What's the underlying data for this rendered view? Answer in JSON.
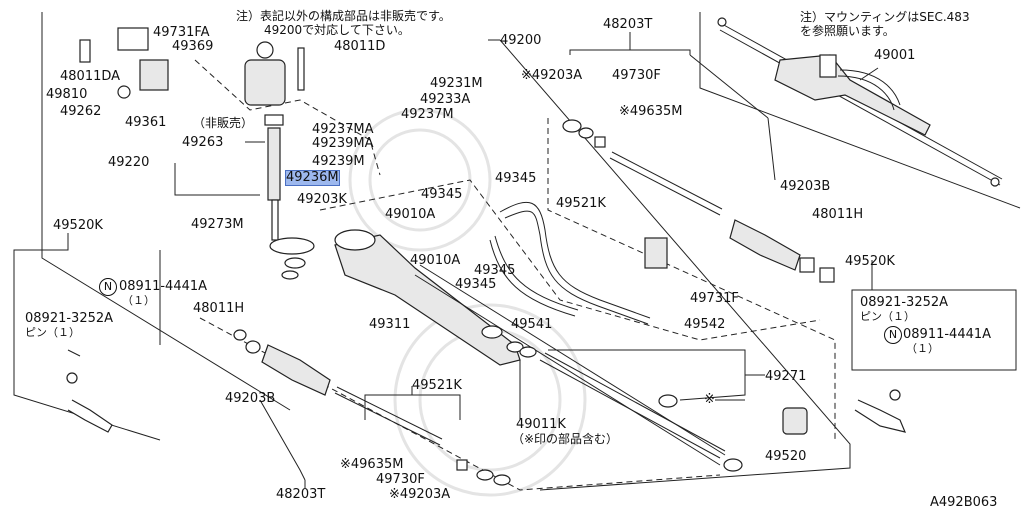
{
  "notes": {
    "left_line1": "注）表記以外の構成部品は非販売です。",
    "left_line2": "49200で対応して下さい。",
    "right_line1": "注）マウンティングはSEC.483",
    "right_line2": "を参照願います。"
  },
  "labels": {
    "l49731FA": "49731FA",
    "l49369": "49369",
    "l48011D": "48011D",
    "l48011DA": "48011DA",
    "l49810": "49810",
    "l49262": "49262",
    "l49361": "49361",
    "hibaihan": "（非販売）",
    "l49263": "49263",
    "l49220": "49220",
    "l49236M": "49236M",
    "l49200": "49200",
    "l48203T_top": "48203T",
    "l49203A_top": "※49203A",
    "l49730F_top": "49730F",
    "l49231M": "49231M",
    "l49233A": "49233A",
    "l49237M": "49237M",
    "l49237MA": "49237MA",
    "l49239MA": "49239MA",
    "l49239M": "49239M",
    "l49635M_top": "※49635M",
    "l49001": "49001",
    "l49345_a": "49345",
    "l49345_b": "49345",
    "l49521K_top": "49521K",
    "l49203B_right": "49203B",
    "l48011H_right": "48011H",
    "l49203K": "49203K",
    "l49010A_a": "49010A",
    "l49273M": "49273M",
    "l49010A_b": "49010A",
    "l49345_c": "49345",
    "l49345_d": "49345",
    "l49731F": "49731F",
    "l49520K_left": "49520K",
    "l49520K_right": "49520K",
    "nut_left": "08911-4441A",
    "nut_left_qty": "（１）",
    "pin_left": "08921-3252A",
    "pin_left_qty": "ピン（１）",
    "pin_right": "08921-3252A",
    "pin_right_qty": "ピン（１）",
    "nut_right": "08911-4441A",
    "nut_right_qty": "（１）",
    "circle_n": "N",
    "l48011H_left": "48011H",
    "l49311": "49311",
    "l49541": "49541",
    "l49542": "49542",
    "l49271": "49271",
    "kome": "※",
    "l49521K_bottom": "49521K",
    "l49203B_left": "49203B",
    "l49011K": "49011K",
    "l49011K_note": "（※印の部品含む）",
    "l49520": "49520",
    "l49635M_bottom": "※49635M",
    "l49730F_bottom": "49730F",
    "l48203T_bottom": "48203T",
    "l49203A_bottom": "※49203A",
    "diagram_code": "A492B063"
  }
}
